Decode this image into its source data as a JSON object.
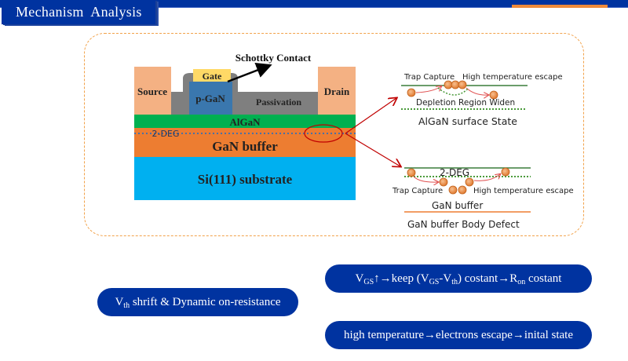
{
  "header": {
    "title": "Mechanism  Analysis",
    "colors": {
      "brand": "#0033a0",
      "accent": "#ef8a3a"
    }
  },
  "device": {
    "labels": {
      "source": "Source",
      "drain": "Drain",
      "gate": "Gate",
      "p_gan": "p-GaN",
      "passivation": "Passivation",
      "algan": "AlGaN",
      "two_deg": "2-DEG",
      "gan_buffer": "GaN buffer",
      "substrate": "Si(111) substrate",
      "schottky": "Schottky Contact"
    },
    "colors": {
      "contact": "#f4b183",
      "gate": "#ffd966",
      "p_gan": "#2e75b6",
      "passivation": "#7f7f7f",
      "algan": "#00b050",
      "gan_buffer": "#ed7d31",
      "substrate": "#00b0f0",
      "marker": "#c00000"
    }
  },
  "surface_state": {
    "trap_capture": "Trap Capture",
    "escape": "High temperature escape",
    "depletion": "Depletion Region Widen",
    "caption": "AlGaN surface State"
  },
  "buffer_defect": {
    "two_deg": "2-DEG",
    "trap_capture": "Trap Capture",
    "escape": "High temperature escape",
    "buffer": "GaN buffer",
    "caption": "GaN buffer Body Defect"
  },
  "callouts": {
    "vth_shift": {
      "main": "V",
      "sub": "th",
      "rest": " shrift & Dynamic on-resistance"
    },
    "vgs_keep": {
      "p1": "V",
      "s1": "GS",
      "p2": "↑→keep (V",
      "s2": "GS",
      "p3": "-V",
      "s3": "th",
      "p4": ") costant→R",
      "s4": "on",
      "p5": " costant"
    },
    "high_temp": "high temperature→electrons escape→inital state"
  }
}
